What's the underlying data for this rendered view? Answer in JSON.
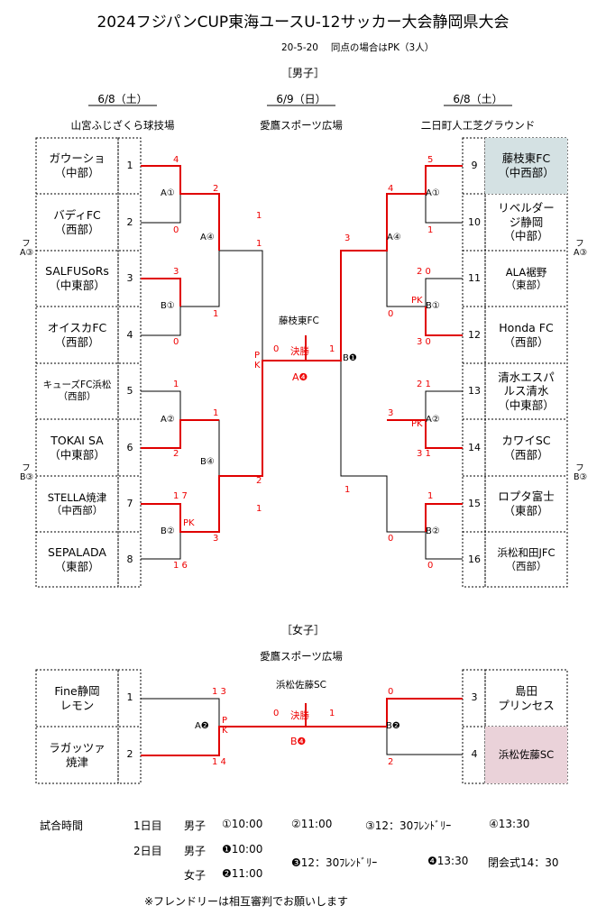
{
  "title": "2024フジパンCUP東海ユースU-12サッカー大会静岡県大会",
  "subtitle": "20-5-20　 同点の場合はPK（3人）",
  "boys": {
    "heading": "［男子］",
    "dates": [
      "6/8（土）",
      "6/9（日）",
      "6/8（土）"
    ],
    "venues": [
      "山宮ふじざくら球技場",
      "愛鷹スポーツ広場",
      "二日町人工芝グラウンド"
    ],
    "left_teams": [
      "ガウーショ\n（中部）",
      "バディFC\n（西部）",
      "SALFUSoRs\n（中東部）",
      "オイスカFC\n（西部）",
      "キューズFC浜松\n（西部）",
      "TOKAI SA\n（中東部）",
      "STELLA焼津\n（中西部）",
      "SEPALADA\n（東部）"
    ],
    "right_teams": [
      "藤枝東FC\n（中西部）",
      "リベルダー\nジ静岡\n（中部）",
      "ALA裾野\n（東部）",
      "Honda FC\n（西部）",
      "清水エスパ\nルス清水\n（中東部）",
      "カワイSC\n（西部）",
      "ロプタ富士\n（東部）",
      "浜松和田JFC\n（西部）"
    ],
    "left_nums": [
      "1",
      "2",
      "3",
      "4",
      "5",
      "6",
      "7",
      "8"
    ],
    "right_nums": [
      "9",
      "10",
      "11",
      "12",
      "13",
      "14",
      "15",
      "16"
    ],
    "side_left_top": "フ\nA③",
    "side_left_bottom": "フ\nB③",
    "side_right_top": "フ\nA③",
    "side_right_bottom": "フ\nB③",
    "champion": "藤枝東FC",
    "final_label": "決勝",
    "final_code": "A❹",
    "final_right_code": "B❶",
    "pk": "PK",
    "pk_vertical": "P\nK",
    "match_labels": {
      "la1": "A①",
      "lb1": "B①",
      "la2": "A②",
      "lb2": "B②",
      "la4": "A④",
      "lb4": "B④",
      "ra1": "A①",
      "rb1": "B①",
      "ra2": "A②",
      "rb2": "B②",
      "ra4": "A④"
    },
    "scores": {
      "l1": "4",
      "l2": "0",
      "l3": "3",
      "l4": "0",
      "l5": "1",
      "l6": "2",
      "l7": "1 7",
      "l8": "1 6",
      "la4_top": "2",
      "la4_bot": "1",
      "lb4_top": "1",
      "lb4_bot": "3",
      "lsf_top1": "1",
      "lsf_top2": "1",
      "lsf_bot1": "2",
      "lsf_bot2": "1",
      "r9": "5",
      "r10": "1",
      "r11": "2 0",
      "r12": "3 0",
      "r13": "2 1",
      "r14": "3 1",
      "r15": "1",
      "r16": "0",
      "ra4_top": "4",
      "ra4_bot": "0",
      "rb4_top": "3",
      "rb4_bot": "0",
      "rsf_top": "3",
      "rsf_bot": "1",
      "final_left": "0",
      "final_right": "1"
    }
  },
  "girls": {
    "heading": "［女子］",
    "venue": "愛鷹スポーツ広場",
    "left_teams": [
      "Fine静岡\nレモン",
      "ラガッツァ\n焼津"
    ],
    "right_teams": [
      "島田\nプリンセス",
      "浜松佐藤SC"
    ],
    "left_nums": [
      "1",
      "2"
    ],
    "right_nums": [
      "3",
      "4"
    ],
    "champion": "浜松佐藤SC",
    "final_label": "決勝",
    "left_code": "A❷",
    "right_code": "B❷",
    "final_code": "B❹",
    "pk_vertical": "P\nK",
    "scores": {
      "l1": "1 3",
      "l2": "1 4",
      "r3": "0",
      "r4": "2",
      "final_left": "0",
      "final_right": "1"
    }
  },
  "schedule": {
    "label": "試合時間",
    "day1": "1日目",
    "day2": "2日目",
    "boys": "男子",
    "girls": "女子",
    "d1_times": [
      "①10:00",
      "②11:00",
      "③12：30ﾌﾚﾝﾄﾞﾘｰ",
      "④13:30"
    ],
    "d2_boys": "❶10:00",
    "d2_girls": "❷11:00",
    "d2_mid": "❸12：30ﾌﾚﾝﾄﾞﾘｰ",
    "d2_final": "❹13:30",
    "closing": "閉会式14：30",
    "note": "※フレンドリーは相互審判でお願いします"
  },
  "colors": {
    "win": "#e00000",
    "line": "#000000",
    "box_border": "#000000",
    "highlight_boys": "#d4e1e3",
    "highlight_girls": "#ead2d9"
  }
}
